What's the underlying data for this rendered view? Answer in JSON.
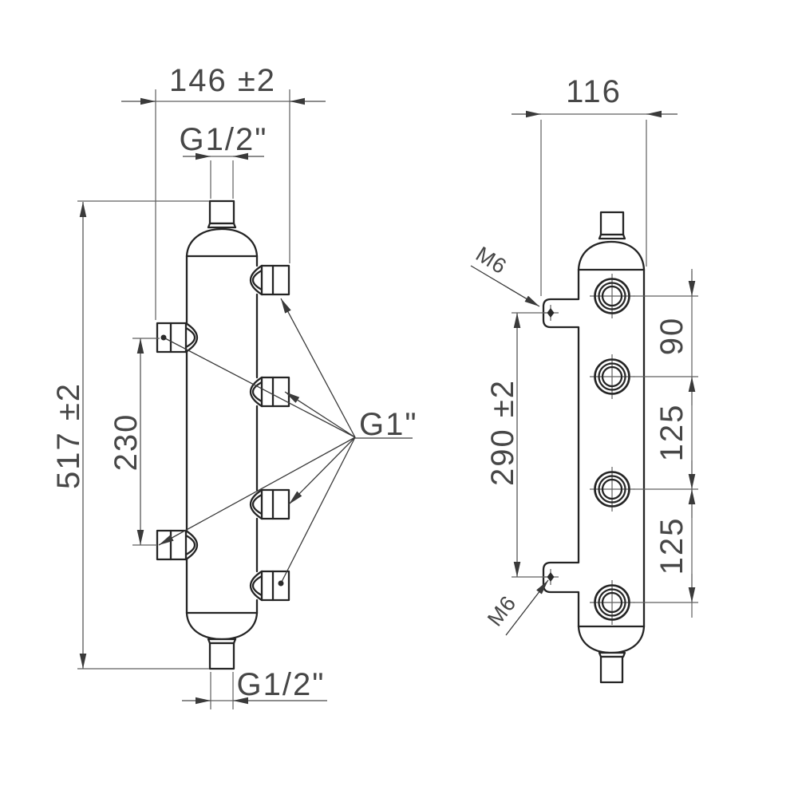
{
  "drawing": {
    "type": "technical-drawing",
    "subject": "hydraulic-separator-two-view",
    "colors": {
      "outline": "#242424",
      "dimension_lines": "#5f5f5f",
      "dimension_text": "#474747",
      "background": "#ffffff"
    },
    "front_view": {
      "width_dim": "146 ±2",
      "top_connection": "G1/2\"",
      "height_dim": "517 ±2",
      "left_port_spacing": "230",
      "side_ports_thread": "G1\"",
      "bottom_connection": "G1/2\""
    },
    "side_view": {
      "depth_dim": "116",
      "bracket_spacing": "290 ±2",
      "port_offset_top": "90",
      "port_spacing_upper": "125",
      "port_spacing_lower": "125",
      "bracket_thread_top": "M6",
      "bracket_thread_bottom": "M6"
    }
  }
}
